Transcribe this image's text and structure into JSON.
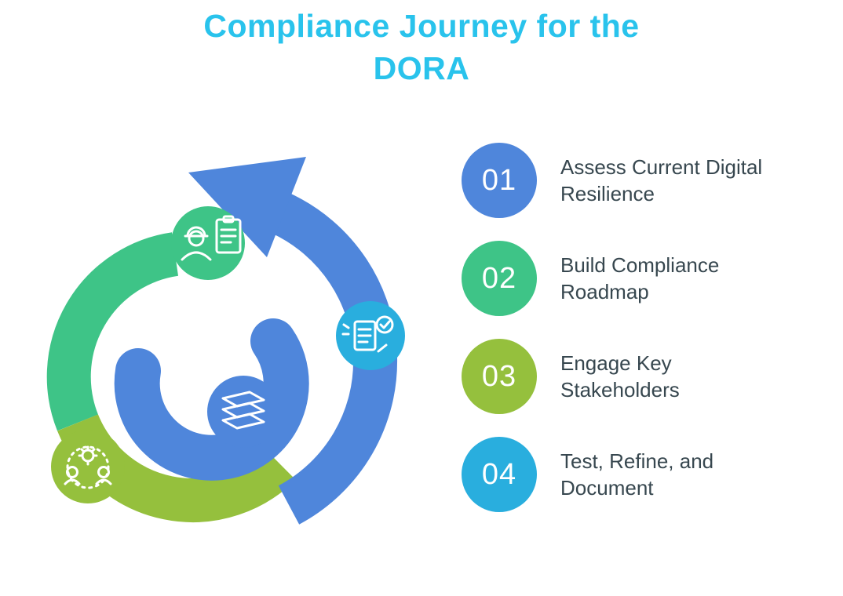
{
  "title": "Compliance Journey for the DORA",
  "colors": {
    "title": "#29c3ec",
    "blue": "#4f86db",
    "green": "#3ec487",
    "lime": "#95c03d",
    "teal": "#29aede",
    "text": "#37474f"
  },
  "steps": [
    {
      "number": "01",
      "label": "Assess Current Digital Resilience",
      "color": "#4f86db"
    },
    {
      "number": "02",
      "label": "Build Compliance Roadmap",
      "color": "#3ec487"
    },
    {
      "number": "03",
      "label": "Engage Key Stakeholders",
      "color": "#95c03d"
    },
    {
      "number": "04",
      "label": "Test, Refine, and Document",
      "color": "#29aede"
    }
  ],
  "diagram": {
    "badges": [
      {
        "icon": "worker-clipboard-icon",
        "color": "#3ec487"
      },
      {
        "icon": "checklist-hand-icon",
        "color": "#29aede"
      },
      {
        "icon": "team-gear-icon",
        "color": "#95c03d"
      },
      {
        "icon": "stack-icon",
        "color": "#4f86db"
      }
    ]
  }
}
